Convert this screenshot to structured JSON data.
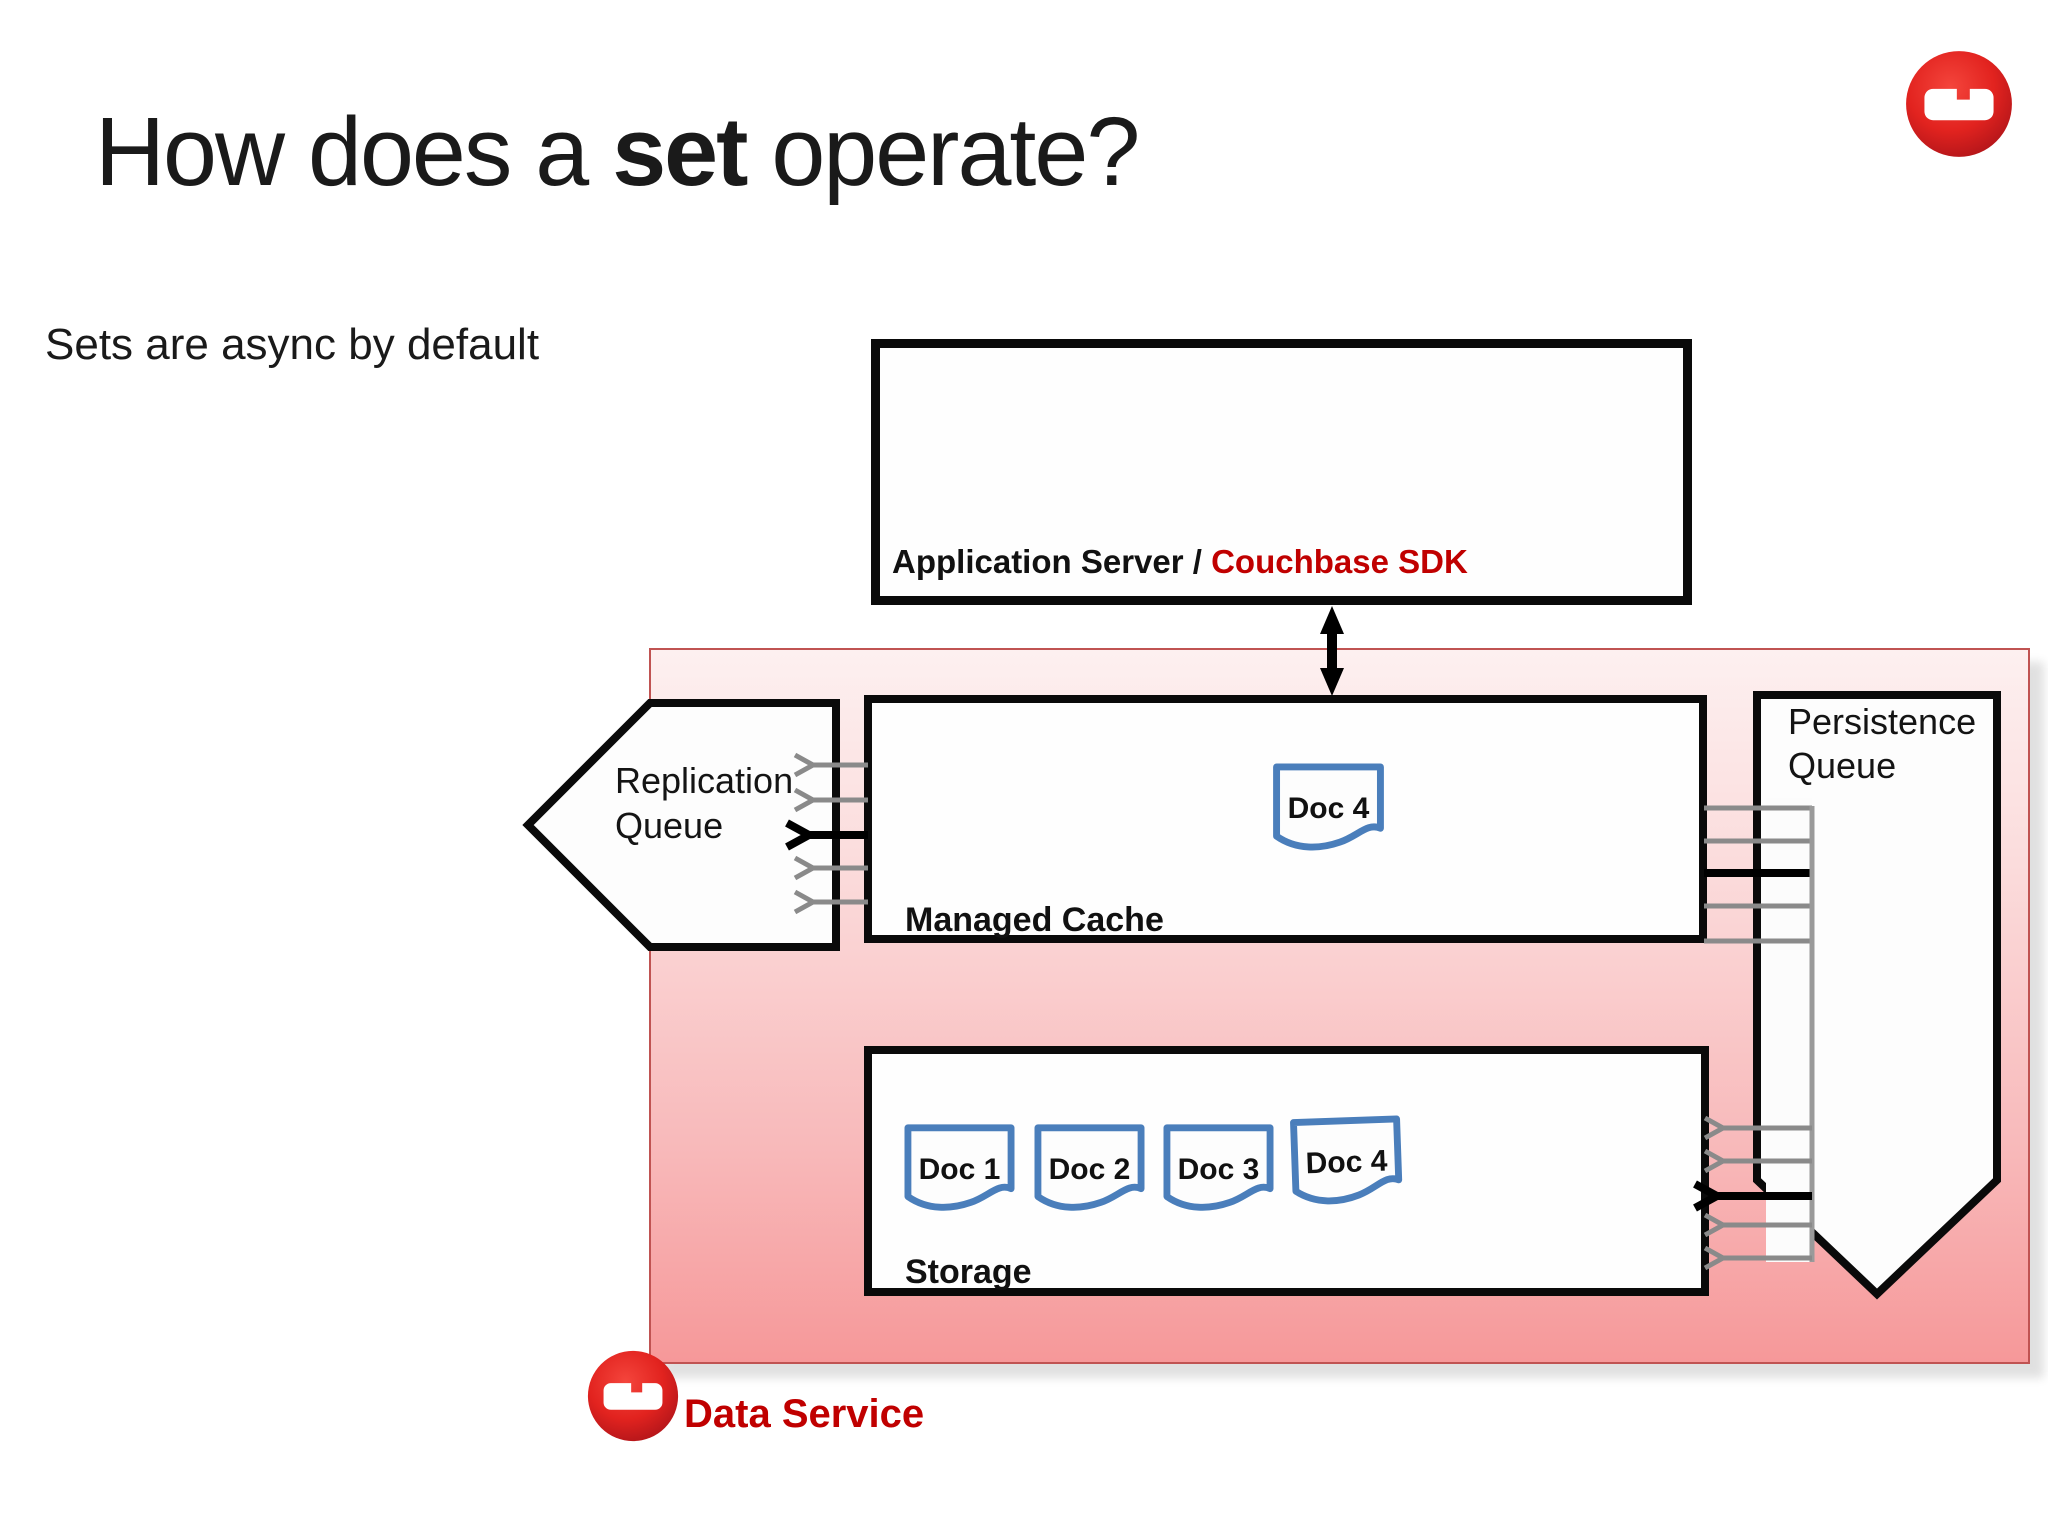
{
  "slide": {
    "title": {
      "prefix": "How does a ",
      "emphasis": "set",
      "suffix": " operate?"
    },
    "subtitle": "Sets are async by default",
    "colors": {
      "accent_red": "#c00000",
      "logo_red": "#e2231f",
      "panel_border": "#c05352",
      "panel_fill_top": "#fdf0f0",
      "panel_fill_bottom": "#f69899",
      "doc_border_blue": "#4a7ebb",
      "arrow_gray": "#8a8a8a",
      "arrow_black": "#000000"
    }
  },
  "diagram": {
    "app_server": {
      "label": "Application Server / ",
      "label_accent": "Couchbase SDK"
    },
    "replication_queue": {
      "label": "Replication Queue"
    },
    "managed_cache": {
      "label": "Managed Cache",
      "doc": "Doc 4"
    },
    "persistence_queue": {
      "label": "Persistence Queue"
    },
    "storage": {
      "label": "Storage",
      "docs": [
        "Doc 1",
        "Doc 2",
        "Doc 3",
        "Doc 4"
      ]
    },
    "data_service": {
      "label": "Data Service"
    }
  }
}
